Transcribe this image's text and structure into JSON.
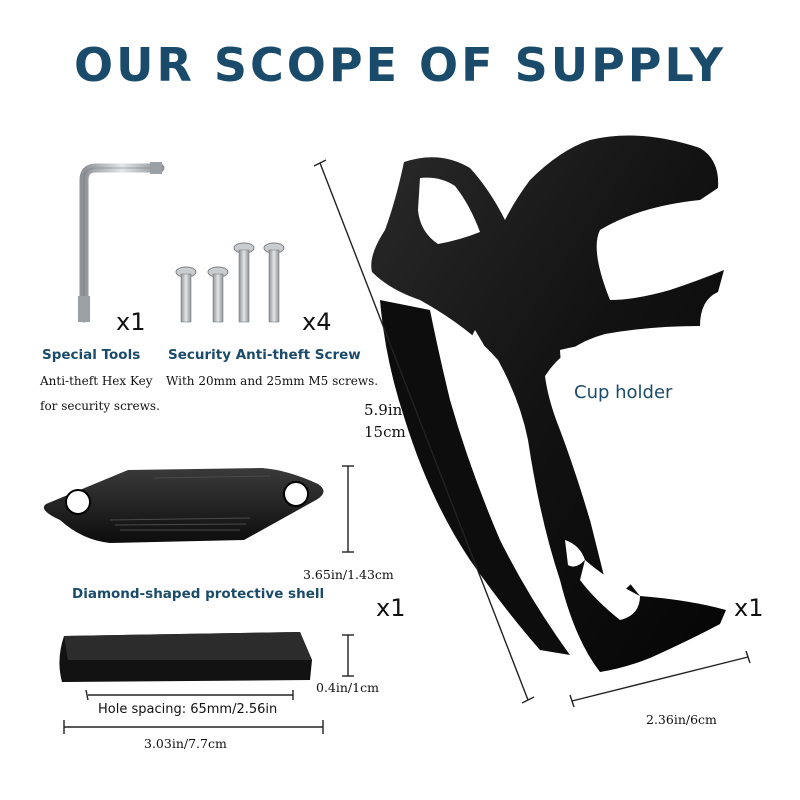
{
  "title": "OUR SCOPE OF SUPPLY",
  "colors": {
    "title": "#1b4b6b",
    "heading": "#1b4b6b",
    "product": "#141414",
    "metal": "#b8bcc0"
  },
  "tools": {
    "quantity": "x1",
    "heading": "Special Tools",
    "desc_line1": "Anti-theft Hex Key",
    "desc_line2": "for security screws."
  },
  "screws": {
    "quantity": "x4",
    "heading": "Security Anti-theft Screw",
    "desc": "With 20mm and 25mm M5 screws."
  },
  "shell": {
    "heading": "Diamond-shaped protective shell",
    "quantity": "x1",
    "width_dim": "3.65in/1.43cm",
    "thickness_dim": "0.4in/1cm",
    "hole_spacing": "Hole spacing: 65mm/2.56in",
    "length_dim": "3.03in/7.7cm"
  },
  "holder": {
    "label": "Cup holder",
    "quantity": "x1",
    "height_in": "5.9in",
    "height_cm": "15cm",
    "width_dim": "2.36in/6cm"
  },
  "icons": [
    "hex-key-icon",
    "screw-icon",
    "protective-shell-icon",
    "cup-holder-icon"
  ]
}
